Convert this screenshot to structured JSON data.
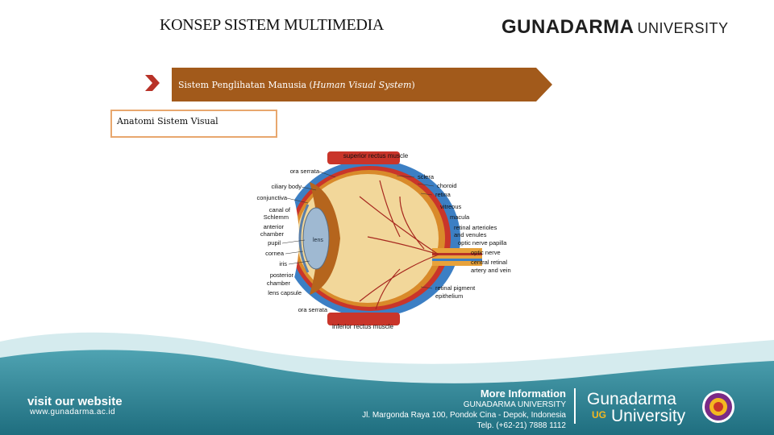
{
  "header": {
    "title": "KONSEP SISTEM MULTIMEDIA",
    "brand_name": "GUNADARMA",
    "brand_suffix": "UNIVERSITY"
  },
  "banner": {
    "text_prefix": "Sistem Penglihatan Manusia (",
    "text_italic": "Human Visual System",
    "text_suffix": ")"
  },
  "subtitle_box": {
    "text": "Anatomi Sistem Visual"
  },
  "eye_diagram": {
    "labels_left": [
      "ora serrata",
      "ciliary body",
      "conjunctiva",
      "canal of",
      "Schlemm",
      "anterior",
      "chamber",
      "pupil",
      "cornea",
      "iris",
      "posterior",
      "chamber",
      "lens capsule",
      "ora serrata"
    ],
    "labels_right": [
      "sclera",
      "choroid",
      "retina",
      "vitreous",
      "macula",
      "retinal arterioles",
      "and venules",
      "optic nerve papilla",
      "optic nerve",
      "central retinal",
      "artery and vein",
      "retinal pigment",
      "epithelium"
    ],
    "label_top": "superior rectus muscle",
    "label_bottom": "inferior rectus muscle",
    "label_lens": "lens"
  },
  "footer": {
    "visit_title": "visit our website",
    "visit_url": "www.gunadarma.ac.id",
    "info_heading": "More Information",
    "info_org": "GUNADARMA UNIVERSITY",
    "info_address": "Jl. Margonda Raya 100, Pondok Cina - Depok, Indonesia",
    "info_phone": "Telp. (+62-21) 7888 1112",
    "logo_word1": "Gunadarma",
    "logo_word2": "University",
    "logo_mark": "UG"
  },
  "colors": {
    "banner": "#a25a1b",
    "box_border": "#e8a76e",
    "footer_teal": "#2b7f8f",
    "chevron": "#b83228"
  }
}
